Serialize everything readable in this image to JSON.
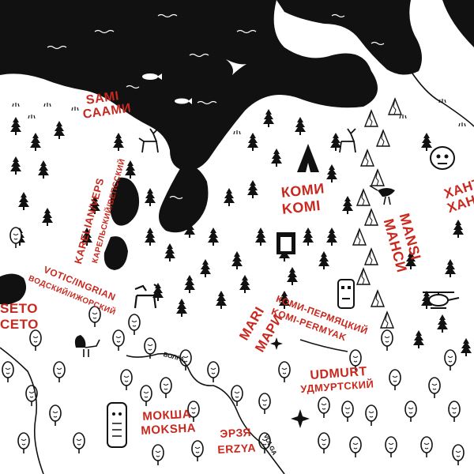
{
  "colors": {
    "label": "#c8281e",
    "ink": "#111111",
    "paper": "#ffffff"
  },
  "labels": {
    "sami": "SAMI",
    "sami_ru": "СААМИ",
    "komi": "КОМИ",
    "komi_en": "KOMI",
    "karelian_veps": "KARELIAN/VEPS",
    "karelian_veps_ru": "КАРЕЛЬСКИЙ/ВЕПССКИЙ",
    "votic_ingrian": "VOTIC/INGRIAN",
    "votic_ingrian_ru": "ВОДСКИЙ/ИЖОРСКИЙ",
    "seto": "SETO",
    "seto_ru": "СЕТО",
    "mansi_ru": "МАНСИ",
    "mansi": "MANSI",
    "khanty_ru": "ХАНТЫ",
    "khanty": "ХАНТЫ",
    "komi_permyak_ru": "КОМИ-ПЕРМЯЦКИЙ",
    "komi_permyak": "KOMI-PERMYAK",
    "mari": "MARI",
    "mari_ru": "МАРИ",
    "udmurt": "UDMURT",
    "udmurt_ru": "УДМУРТСКИЙ",
    "moksha_ru": "МОКША",
    "moksha": "MOKSHA",
    "erzya_ru": "ЭРЗЯ",
    "erzya": "ERZYA"
  },
  "rivers": {
    "volga": "VOLGA",
    "volga_ru": "ВОЛГА"
  },
  "icons": [
    "reindeer-icon",
    "fish-icon",
    "bird-icon",
    "tent-icon",
    "moose-icon",
    "mask-icon",
    "helicopter-icon",
    "idol-icon",
    "heron-icon",
    "peacock-icon",
    "snowflake-ornament-icon",
    "pine-tree-icon",
    "deciduous-tree-icon",
    "mountain-icon"
  ]
}
